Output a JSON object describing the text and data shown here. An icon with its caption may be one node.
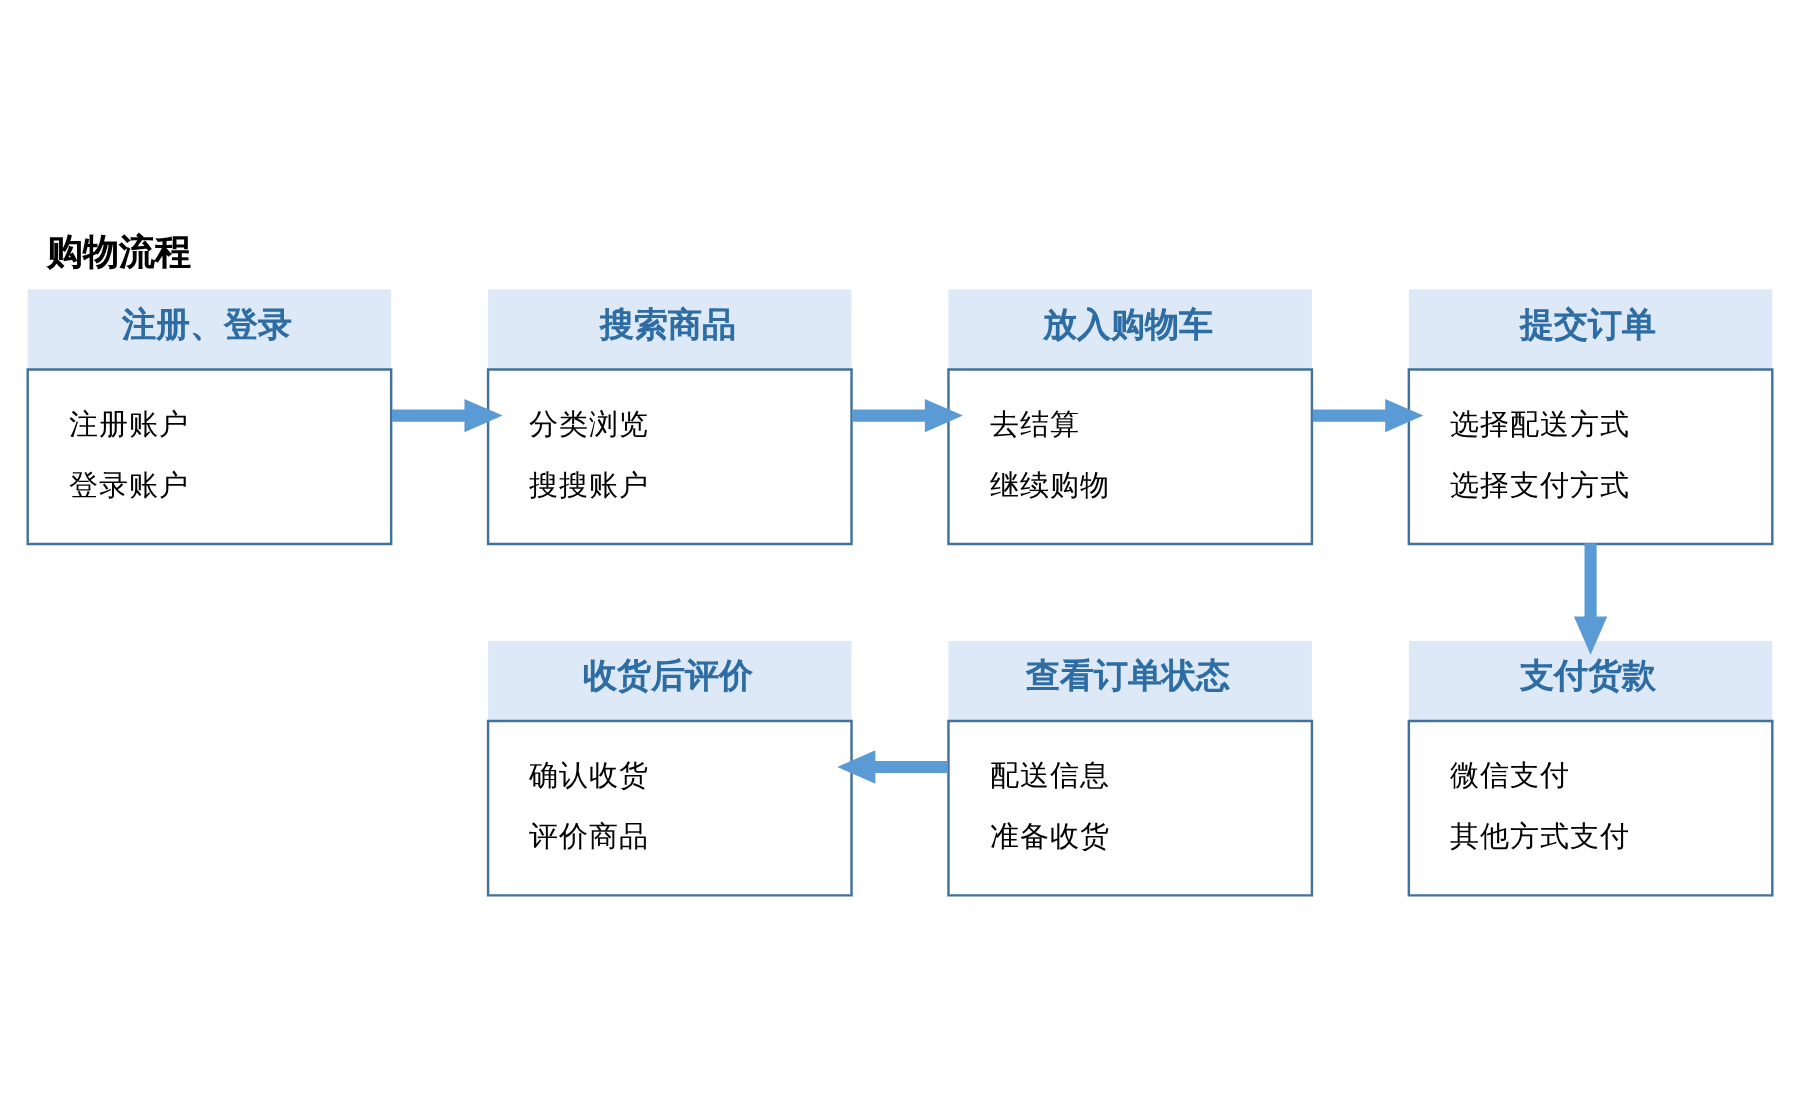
{
  "diagram": {
    "title": "购物流程",
    "nodes": [
      {
        "text": [
          "注册、登录",
          "注册账户",
          "登录账户"
        ]
      },
      {
        "text": [
          "搜索商品",
          "分类浏览",
          "搜搜账户"
        ]
      },
      {
        "text": [
          "放入购物车",
          "去结算",
          "继续购物"
        ]
      },
      {
        "text": [
          "提交订单",
          "选择配送方式",
          "选择支付方式"
        ]
      },
      {
        "text": [
          "收货后评价",
          "确认收货",
          "评价商品"
        ]
      },
      {
        "text": [
          "查看订单状态",
          "配送信息",
          "准备收货"
        ]
      },
      {
        "text": [
          "支付货款",
          "微信支付",
          "其他方式支付"
        ]
      }
    ],
    "edges": [
      {
        "from": 0,
        "to": 1,
        "arrow": "to"
      },
      {
        "from": 1,
        "to": 2,
        "arrow": "to"
      },
      {
        "from": 2,
        "to": 3,
        "arrow": "to"
      },
      {
        "from": 3,
        "to": 6,
        "arrow": "to"
      },
      {
        "from": 5,
        "to": 4,
        "arrow": "to"
      }
    ]
  }
}
